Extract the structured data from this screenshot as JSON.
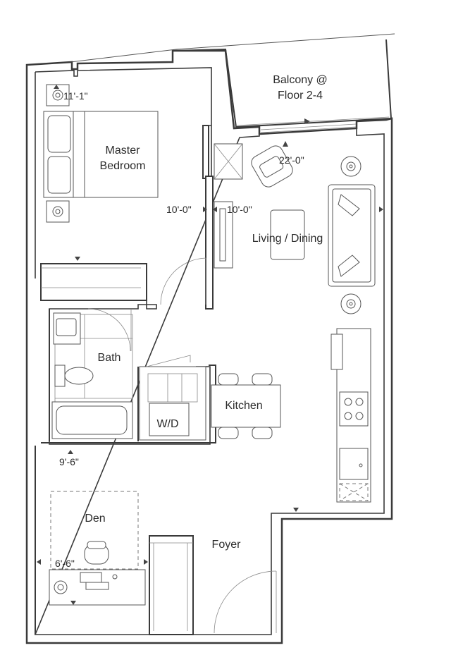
{
  "rooms": {
    "balcony": [
      "Balcony @",
      "Floor 2-4"
    ],
    "master_bedroom": [
      "Master",
      "Bedroom"
    ],
    "living_dining": "Living / Dining",
    "bath": "Bath",
    "kitchen": "Kitchen",
    "wd": "W/D",
    "den": "Den",
    "foyer": "Foyer"
  },
  "dimensions": {
    "bedroom_width": "11'-1\"",
    "bedroom_depth": "10'-0\"",
    "living_width": "22'-0\"",
    "living_depth": "10'-0\"",
    "den_width": "9'-6\"",
    "den_depth": "6'-6\""
  }
}
